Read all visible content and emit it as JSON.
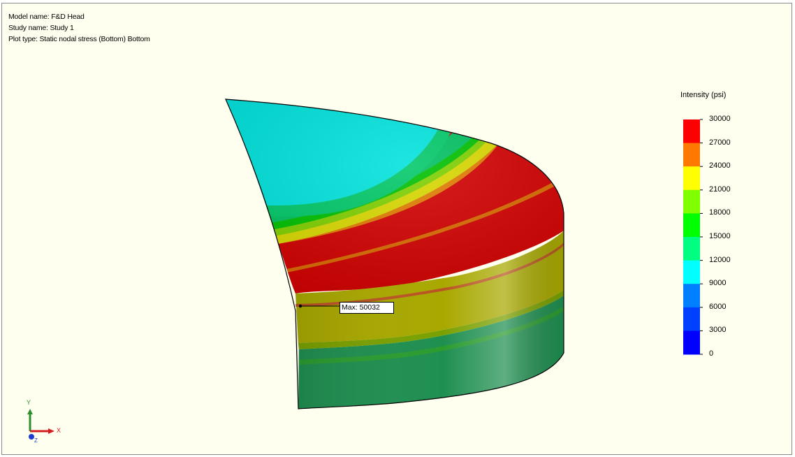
{
  "header": {
    "model_name": "Model name: F&D Head",
    "study_name": "Study name: Study 1",
    "plot_type": "Plot type: Static nodal stress (Bottom) Bottom"
  },
  "legend": {
    "title": "Intensity (psi)",
    "ticks": [
      "30000",
      "27000",
      "24000",
      "21000",
      "18000",
      "15000",
      "12000",
      "9000",
      "6000",
      "3000",
      "0"
    ],
    "colors": [
      "#ff0000",
      "#ff7800",
      "#ffff00",
      "#80ff00",
      "#00ff00",
      "#00ff80",
      "#00ffff",
      "#0080ff",
      "#0040ff",
      "#0000ff"
    ]
  },
  "max_label": {
    "text": "Max: 50032"
  },
  "triad": {
    "y_label": "Y",
    "x_label": "X",
    "z_label": "Z",
    "y_color": "#2c8f2c",
    "x_color": "#d21e1e",
    "z_color": "#1e3cd2"
  }
}
